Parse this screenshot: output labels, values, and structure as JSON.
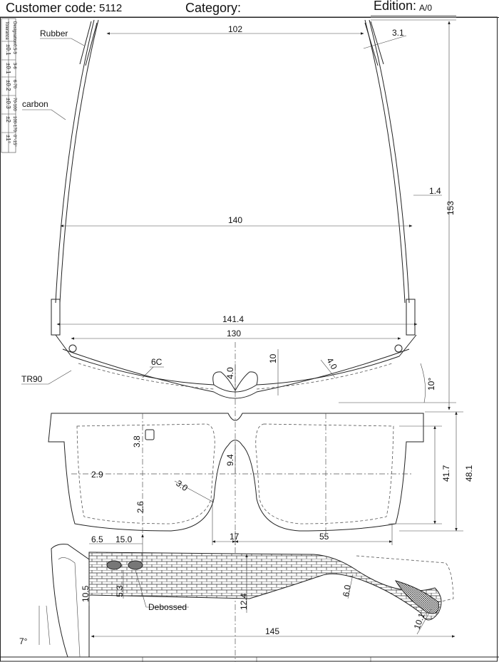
{
  "header": {
    "customer_code_label": "Customer code:",
    "customer_code": "5112",
    "category_label": "Category:",
    "edition_label": "Edition:",
    "edition": "A/0"
  },
  "tolerance_table": {
    "designation_label": "Designation",
    "tolerance_label": "Tolerance",
    "rows": [
      {
        "range": "0.5-3",
        "tol": "±0.1"
      },
      {
        "range": "3-6",
        "tol": "±0.1"
      },
      {
        "range": "6-70",
        "tol": "±0.2"
      },
      {
        "range": "70-100",
        "tol": "±0.3"
      },
      {
        "range": "100-170",
        "tol": "±2"
      },
      {
        "range": "0°-15°",
        "tol": "±1°"
      }
    ]
  },
  "callouts": {
    "rubber": "Rubber",
    "carbon": "carbon",
    "tr90": "TR90",
    "color": "6C",
    "debossed": "Debossed"
  },
  "top_view_dims": {
    "temple_tip_span": "102",
    "rubber_width": "3.1",
    "temple_thickness": "1.4",
    "temple_span": "140",
    "total_length": "153",
    "front_overall": "141.4",
    "hinge_span": "130",
    "front_depth": "10",
    "bridge_thickness": "4.0",
    "front_thickness": "4.0",
    "wrap_angle": "10°"
  },
  "front_view_dims": {
    "top_rim": "3.8",
    "bridge_height": "9.4",
    "side_rim": "2.9",
    "rim_width": "3.0",
    "bottom_rim": "2.6",
    "bridge": "17",
    "lens_width": "55",
    "lens_height": "41.7",
    "frame_height": "48.1"
  },
  "side_view_dims": {
    "logo_offset": "6.5",
    "logo_length": "15.0",
    "end_piece_height": "10.5",
    "logo_height": "5.3",
    "temple_height": "12.4",
    "temple_bend": "6.0",
    "tip_width": "10.1",
    "temple_length": "145",
    "pantoscopic_angle": "7°"
  }
}
